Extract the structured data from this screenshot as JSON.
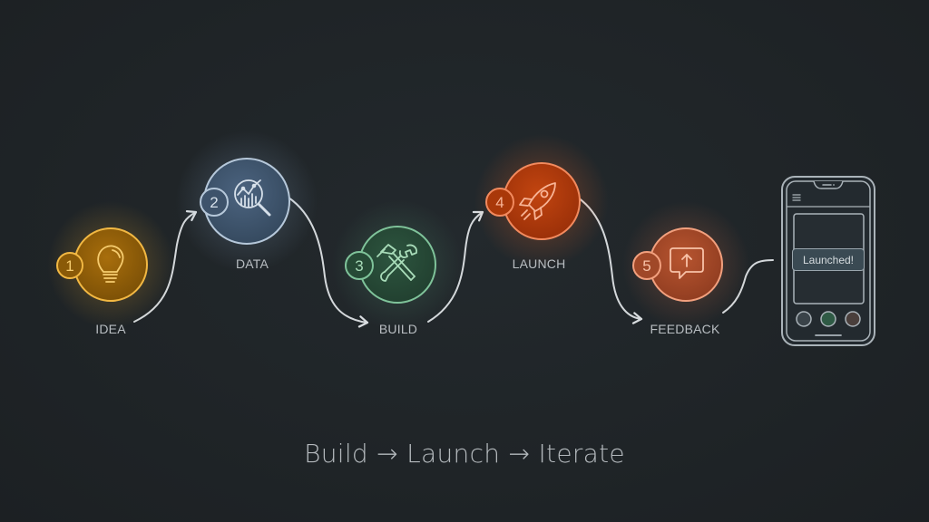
{
  "diagram": {
    "type": "process-flow",
    "steps": [
      {
        "number": "1",
        "label": "IDEA",
        "icon": "lightbulb-icon",
        "color": "#e3a32a",
        "fill": "#8a5a08"
      },
      {
        "number": "2",
        "label": "DATA",
        "icon": "chart-magnifier-icon",
        "color": "#a9bfd6",
        "fill": "#3e536b"
      },
      {
        "number": "3",
        "label": "BUILD",
        "icon": "hammer-wrench-icon",
        "color": "#7fc39a",
        "fill": "#264a36"
      },
      {
        "number": "4",
        "label": "LAUNCH",
        "icon": "rocket-icon",
        "color": "#f08a5a",
        "fill": "#b23c0c"
      },
      {
        "number": "5",
        "label": "FEEDBACK",
        "icon": "chat-upload-icon",
        "color": "#f0a07a",
        "fill": "#a84a2a"
      }
    ],
    "phone": {
      "toast": "Launched!",
      "menu_icon": "hamburger-menu-icon",
      "buttons": [
        {
          "color": "#3a4349"
        },
        {
          "color": "#2f5a45"
        },
        {
          "color": "#4a3f3c"
        }
      ]
    },
    "caption": "Build → Launch → Iterate"
  }
}
